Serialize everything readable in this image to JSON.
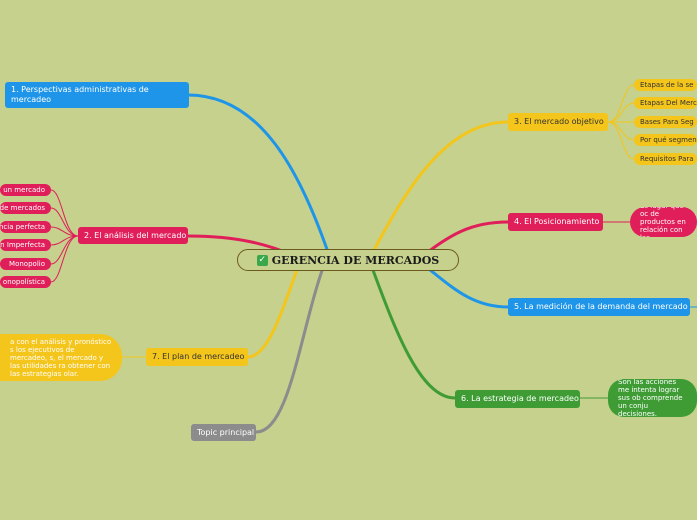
{
  "root": {
    "title": "GERENCIA DE MERCADOS",
    "icon": "checkmark-icon"
  },
  "topics": {
    "t1": "1. Perspectivas administrativas de mercadeo",
    "t2": "2. El análisis del mercado",
    "t3": "3. El mercado objetivo",
    "t4": "4. El Posicionamiento",
    "t5": "5. La medición de la demanda del mercado",
    "t6": "6. La estrategia de mercadeo",
    "t7": "7. El plan de mercadeo",
    "t8": "Topic principal"
  },
  "subtopics": {
    "s2": [
      "un mercado",
      "de mercados",
      "ncia perfecta",
      "n Imperfecta",
      "Monopolio",
      "onopolística"
    ],
    "s3": [
      "Etapas de la se",
      "Etapas Del Merc",
      "Bases Para Seg",
      "Por qué segmen",
      "Requisitos Para"
    ]
  },
  "notes": {
    "n4": "Es lugar que oc de productos en relación con las",
    "n6": "Son las acciones me intenta lograr sus ob comprende un conju decisiones.",
    "n7": "a con el análisis y pronóstico s los ejecutivos de mercadeo, s, el mercado y las utilidades ra obtener con las estrategias olar."
  },
  "colors": {
    "background": "#c5d18c",
    "blue": "#1e95e8",
    "pink": "#e01e5a",
    "yellow": "#f4c51b",
    "green": "#3f9c35",
    "grey": "#8c8c8c"
  }
}
